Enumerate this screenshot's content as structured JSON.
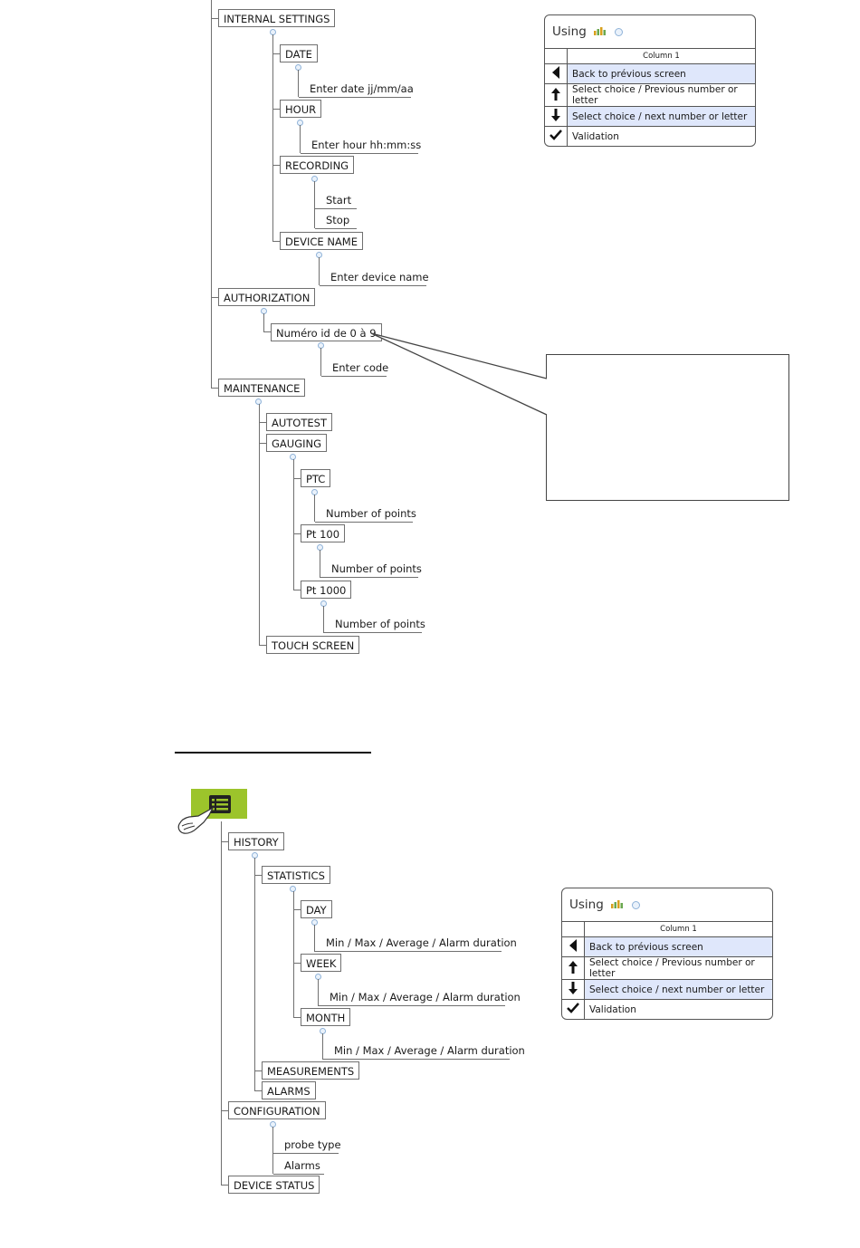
{
  "tree1": {
    "internal_settings": "INTERNAL SETTINGS",
    "date": "DATE",
    "date_leaf": "Enter date jj/mm/aa",
    "hour": "HOUR",
    "hour_leaf": "Enter hour hh:mm:ss",
    "recording": "RECORDING",
    "start": "Start",
    "stop": "Stop",
    "device_name": "DEVICE NAME",
    "device_name_leaf": "Enter device name",
    "authorization": "AUTHORIZATION",
    "numero": "Numéro id de 0 à 9",
    "enter_code": "Enter code",
    "maintenance": "MAINTENANCE",
    "autotest": "AUTOTEST",
    "gauging": "GAUGING",
    "ptc": "PTC",
    "pt100": "Pt 100",
    "pt1000": "Pt 1000",
    "points_ptc": "Number of points",
    "points_pt100": "Number of points",
    "points_pt1000": "Number of points",
    "touch_screen": "TOUCH SCREEN"
  },
  "tree2": {
    "history": "HISTORY",
    "statistics": "STATISTICS",
    "day": "DAY",
    "day_leaf": "Min / Max / Average / Alarm duration",
    "week": "WEEK",
    "week_leaf": "Min / Max / Average / Alarm duration",
    "month": "MONTH",
    "month_leaf": "Min / Max / Average / Alarm duration",
    "measurements": "MEASUREMENTS",
    "alarms": "ALARMS",
    "configuration": "CONFIGURATION",
    "probe_type": "probe type",
    "config_alarms": "Alarms",
    "device_status": "DEVICE STATUS"
  },
  "legend1": {
    "title": "Using",
    "column": "Column 1",
    "rows": [
      "Back to prévious screen",
      "Select choice / Previous number or letter",
      "Select choice / next number or letter",
      "Validation"
    ]
  },
  "legend2": {
    "title": "Using",
    "column": "Column 1",
    "rows": [
      "Back to prévious screen",
      "Select choice / Previous number or letter",
      "Select choice / next number or letter",
      "Validation"
    ]
  },
  "icons": [
    "arrow-left-icon",
    "arrow-up-icon",
    "arrow-down-icon",
    "checkmark-icon",
    "chart-bars-icon",
    "menu-list-icon",
    "hand-pointer-icon"
  ],
  "colors": {
    "menu_button": "#9cc42b",
    "highlight_row": "#dfe7fb",
    "connector_dot": "#8fb2d8"
  }
}
